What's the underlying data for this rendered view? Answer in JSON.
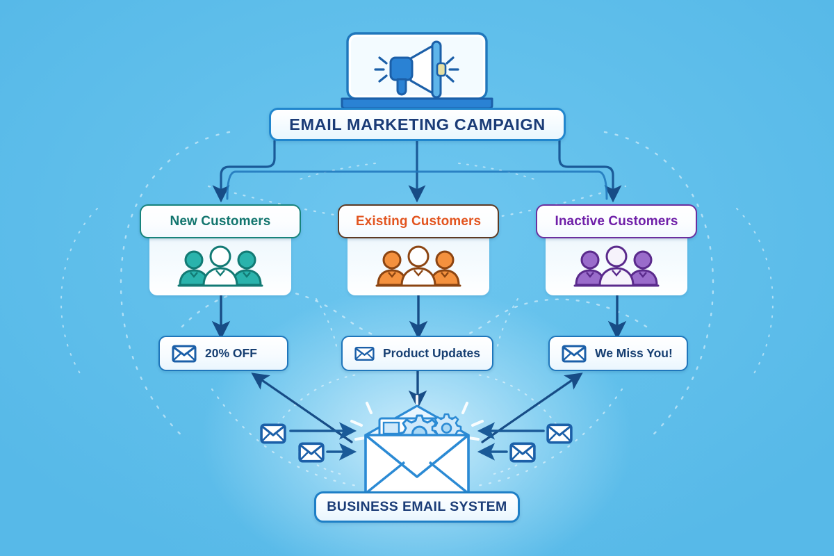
{
  "diagram": {
    "title": "Email Marketing Campaign",
    "type": "flowchart",
    "background_color": "#5ebfea",
    "accent_color": "#1f76bb",
    "header": {
      "label": "EMAIL MARKETING CAMPAIGN",
      "icon": "megaphone-on-laptop-icon",
      "text_color": "#1b3c77",
      "border_color": "#2186cd"
    },
    "segments": [
      {
        "id": "new-customers",
        "label": "New Customers",
        "icon": "three-people-group-icon",
        "text_color": "#12756e",
        "border_color": "#17837c",
        "figure_color": "#2ab3ac"
      },
      {
        "id": "existing-customers",
        "label": "Existing Customers",
        "icon": "three-people-group-icon",
        "text_color": "#e2541f",
        "border_color": "#5d3a24",
        "figure_color": "#f4913e"
      },
      {
        "id": "inactive-customers",
        "label": "Inactive Customers",
        "icon": "three-people-group-icon",
        "text_color": "#6f1fa8",
        "border_color": "#6b2f9e",
        "figure_color": "#9a6ccb"
      }
    ],
    "offers": [
      {
        "id": "offer-discount",
        "label": "20% OFF",
        "icon": "envelope-icon",
        "for_segment": "new-customers"
      },
      {
        "id": "offer-updates",
        "label": "Product Updates",
        "icon": "envelope-icon",
        "for_segment": "existing-customers"
      },
      {
        "id": "offer-winback",
        "label": "We Miss You!",
        "icon": "envelope-icon",
        "for_segment": "inactive-customers"
      }
    ],
    "hub": {
      "label": "BUSINESS EMAIL SYSTEM",
      "icon": "open-envelope-with-gears-icon",
      "text_color": "#1b3c77",
      "border_color": "#1e7fc6"
    },
    "floating_icons": [
      {
        "id": "mini-envelope-left-1",
        "icon": "envelope-icon"
      },
      {
        "id": "mini-envelope-left-2",
        "icon": "envelope-icon"
      },
      {
        "id": "mini-envelope-right-1",
        "icon": "envelope-icon"
      },
      {
        "id": "mini-envelope-right-2",
        "icon": "envelope-icon"
      }
    ],
    "connections": [
      {
        "from": "EMAIL MARKETING CAMPAIGN",
        "to": "New Customers",
        "style": "elbow-arrow"
      },
      {
        "from": "EMAIL MARKETING CAMPAIGN",
        "to": "Existing Customers",
        "style": "straight-arrow"
      },
      {
        "from": "EMAIL MARKETING CAMPAIGN",
        "to": "Inactive Customers",
        "style": "elbow-arrow"
      },
      {
        "from": "New Customers",
        "to": "20% OFF",
        "style": "straight-arrow"
      },
      {
        "from": "Existing Customers",
        "to": "Product Updates",
        "style": "straight-arrow"
      },
      {
        "from": "Inactive Customers",
        "to": "We Miss You!",
        "style": "straight-arrow"
      },
      {
        "from": "Product Updates",
        "to": "BUSINESS EMAIL SYSTEM",
        "style": "straight-arrow"
      },
      {
        "from": "BUSINESS EMAIL SYSTEM",
        "to": "20% OFF",
        "style": "diagonal-arrow"
      },
      {
        "from": "BUSINESS EMAIL SYSTEM",
        "to": "We Miss You!",
        "style": "diagonal-arrow"
      },
      {
        "from": "mini-envelope-left-1",
        "to": "BUSINESS EMAIL SYSTEM",
        "style": "short-arrow"
      },
      {
        "from": "mini-envelope-left-2",
        "to": "BUSINESS EMAIL SYSTEM",
        "style": "short-arrow"
      },
      {
        "from": "mini-envelope-right-1",
        "to": "BUSINESS EMAIL SYSTEM",
        "style": "short-arrow"
      },
      {
        "from": "mini-envelope-right-2",
        "to": "BUSINESS EMAIL SYSTEM",
        "style": "short-arrow"
      }
    ]
  }
}
